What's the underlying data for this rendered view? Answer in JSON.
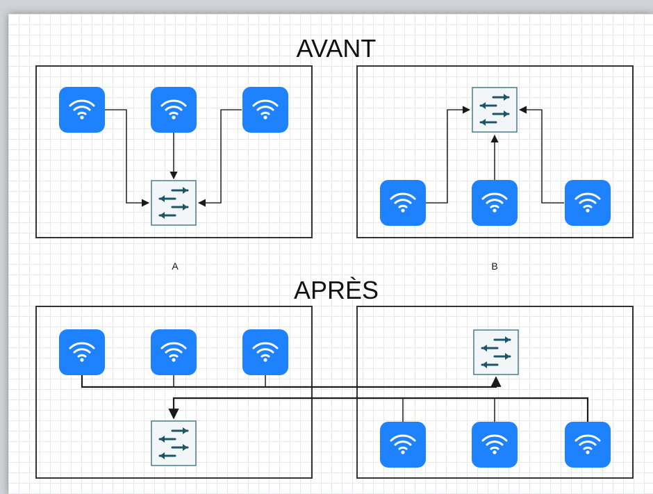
{
  "title_top": "AVANT",
  "title_bottom": "APRÈS",
  "label_a": "A",
  "label_b": "B",
  "colors": {
    "access_point": "#1e82ff",
    "switch_border": "#4a7c8a",
    "switch_arrows": "#1d5566",
    "panel_border": "#333333",
    "grid": "#e7e8ea"
  },
  "icons": {
    "access_point": "wifi-icon",
    "switch": "network-switch-icon"
  }
}
